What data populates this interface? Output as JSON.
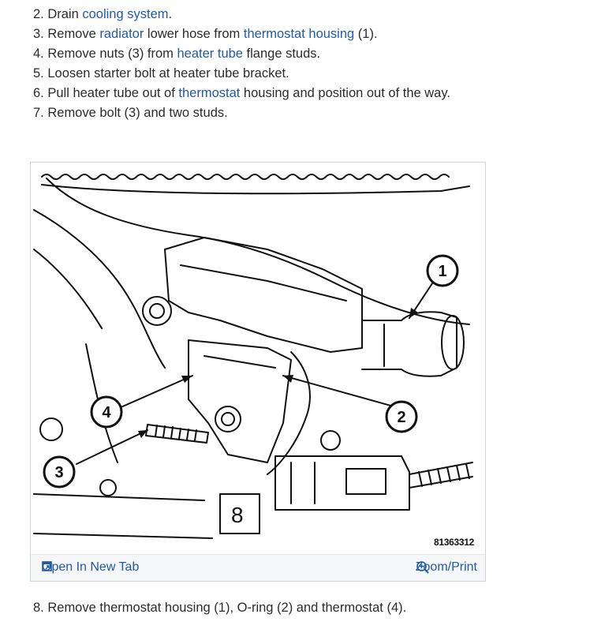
{
  "steps": [
    {
      "num": "2.",
      "parts": [
        {
          "t": " Drain "
        },
        {
          "t": "cooling system",
          "link": true
        },
        {
          "t": "."
        }
      ]
    },
    {
      "num": "3.",
      "parts": [
        {
          "t": " Remove "
        },
        {
          "t": "radiator",
          "link": true
        },
        {
          "t": " lower hose from "
        },
        {
          "t": "thermostat housing",
          "link": true
        },
        {
          "t": " (1)."
        }
      ]
    },
    {
      "num": "4.",
      "parts": [
        {
          "t": " Remove nuts (3) from "
        },
        {
          "t": "heater tube",
          "link": true
        },
        {
          "t": " flange studs."
        }
      ]
    },
    {
      "num": "5.",
      "parts": [
        {
          "t": " Loosen starter bolt at heater tube bracket."
        }
      ]
    },
    {
      "num": "6.",
      "parts": [
        {
          "t": " Pull heater tube out of "
        },
        {
          "t": "thermostat",
          "link": true
        },
        {
          "t": " housing and position out of the way."
        }
      ]
    },
    {
      "num": "7.",
      "parts": [
        {
          "t": " Remove bolt (3) and two studs."
        }
      ]
    }
  ],
  "figure": {
    "callouts": [
      "1",
      "2",
      "3",
      "4"
    ],
    "id": "81363312",
    "open_label": "Open In New Tab",
    "zoom_label": "Zoom/Print",
    "open_icon": "open-in-new-tab-icon",
    "zoom_icon": "zoom-magnifier-icon"
  },
  "step8": {
    "num": "8.",
    "text": " Remove thermostat housing (1), O-ring (2) and thermostat (4)."
  },
  "colors": {
    "link": "#2159a8",
    "text": "#2b2b2b",
    "bar": "#f4f6f8"
  }
}
